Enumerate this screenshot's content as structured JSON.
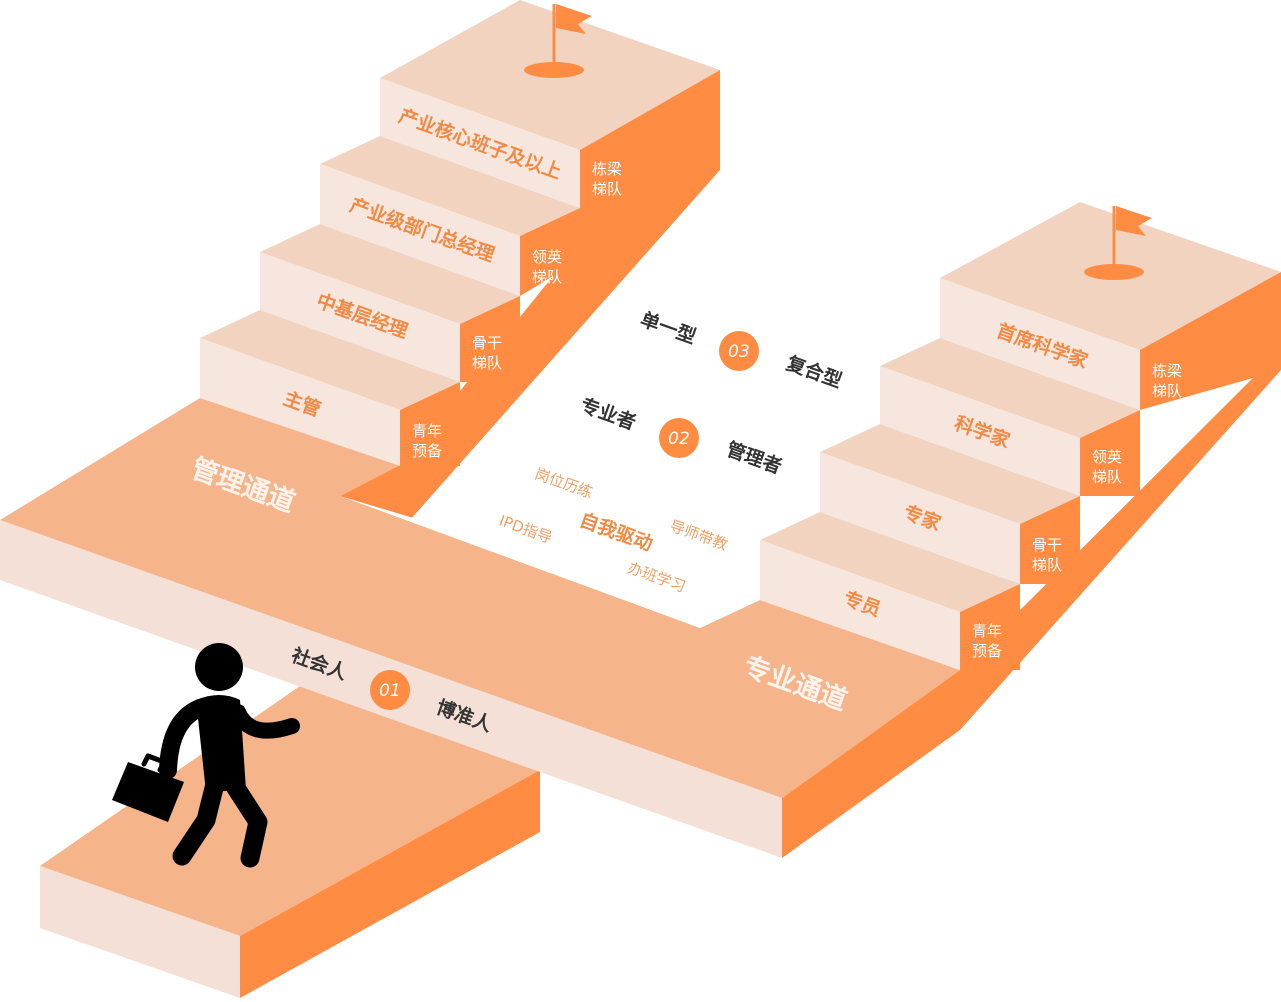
{
  "colors": {
    "top_face": "#f5b48a",
    "front_face": "#f4e0d6",
    "side_face": "#ff8c42",
    "step_top_light": "#f2d3c0",
    "step_front_light": "#f6e6dd",
    "accent": "#ff8c42",
    "figure": "#000000"
  },
  "paths": {
    "management": "管理通道",
    "professional": "专业通道"
  },
  "management_ladder": [
    {
      "title": "主管",
      "tier": "青年\n预备"
    },
    {
      "title": "中基层经理",
      "tier": "骨干\n梯队"
    },
    {
      "title": "产业级部门总经理",
      "tier": "领英\n梯队"
    },
    {
      "title": "产业核心班子及以上",
      "tier": "栋梁\n梯队"
    }
  ],
  "professional_ladder": [
    {
      "title": "专员",
      "tier": "青年\n预备"
    },
    {
      "title": "专家",
      "tier": "骨干\n梯队"
    },
    {
      "title": "科学家",
      "tier": "领英\n梯队"
    },
    {
      "title": "首席科学家",
      "tier": "栋梁\n梯队"
    }
  ],
  "stages": [
    {
      "badge": "01",
      "left": "社会人",
      "right": "博准人"
    },
    {
      "badge": "02",
      "left": "专业者",
      "right": "管理者"
    },
    {
      "badge": "03",
      "left": "单一型",
      "right": "复合型"
    }
  ],
  "self_drive": {
    "center": "自我驱动",
    "items": [
      "岗位历练",
      "导师带教",
      "IPD指导",
      "办班学习"
    ]
  },
  "icons": [
    "flag-icon",
    "flag-icon",
    "businessman-icon"
  ]
}
